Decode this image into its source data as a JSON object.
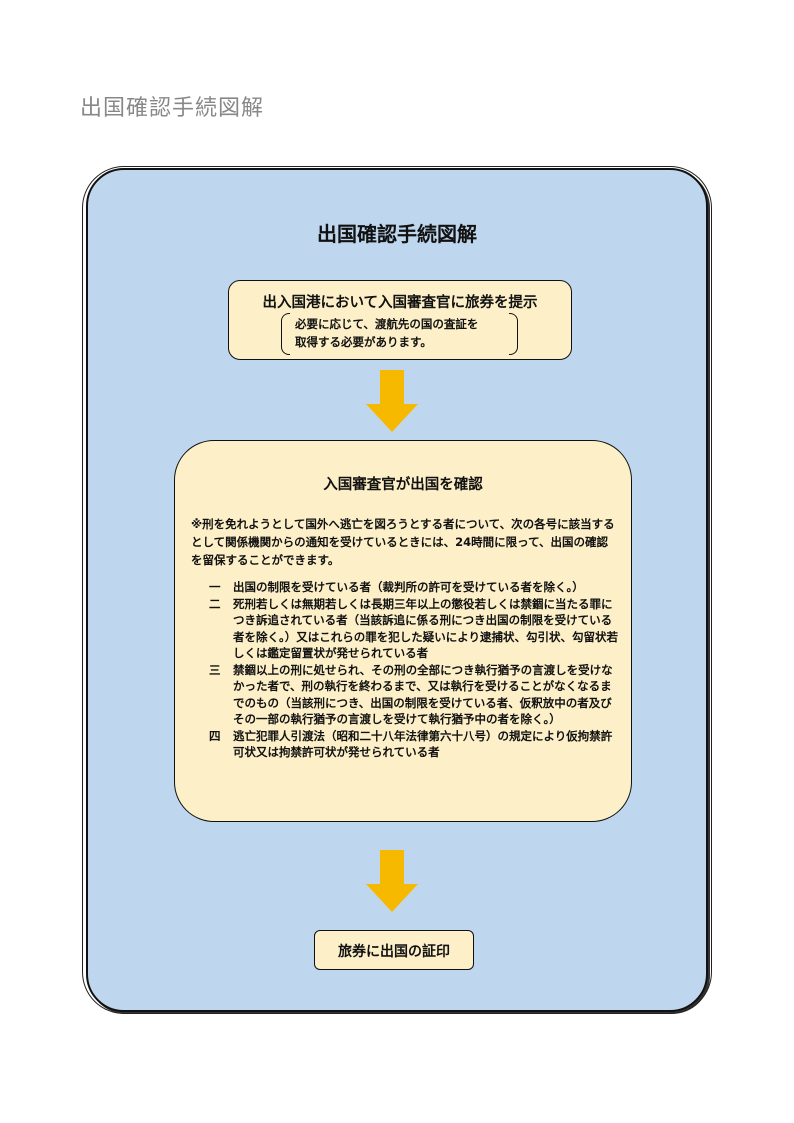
{
  "page_title": "出国確認手続図解",
  "diagram": {
    "title": "出国確認手続図解",
    "step1": {
      "main": "出入国港において入国審査官に旅券を提示",
      "note_line1": "必要に応じて、渡航先の国の査証を",
      "note_line2": "取得する必要があります。"
    },
    "step2": {
      "head": "入国審査官が出国を確認",
      "caution": "※刑を免れようとして国外へ逃亡を図ろうとする者について、次の各号に該当するとして関係機関からの通知を受けているときには、24時間に限って、出国の確認を留保することができます。",
      "items": [
        {
          "num": "一",
          "text": "出国の制限を受けている者（裁判所の許可を受けている者を除く。）"
        },
        {
          "num": "二",
          "text": "死刑若しくは無期若しくは長期三年以上の懲役若しくは禁錮に当たる罪につき訴追されている者（当該訴追に係る刑につき出国の制限を受けている者を除く。）又はこれらの罪を犯した疑いにより逮捕状、勾引状、勾留状若しくは鑑定留置状が発せられている者"
        },
        {
          "num": "三",
          "text": "禁錮以上の刑に処せられ、その刑の全部につき執行猶予の言渡しを受けなかった者で、刑の執行を終わるまで、又は執行を受けることがなくなるまでのもの（当該刑につき、出国の制限を受けている者、仮釈放中の者及びその一部の執行猶予の言渡しを受けて執行猶予中の者を除く。）"
        },
        {
          "num": "四",
          "text": "逃亡犯罪人引渡法（昭和二十八年法律第六十八号）の規定により仮拘禁許可状又は拘禁許可状が発せられている者"
        }
      ]
    },
    "step3": {
      "label": "旅券に出国の証印"
    }
  },
  "colors": {
    "panel": "#bfd7ee",
    "box": "#fdf0c8",
    "arrow": "#f7b800"
  }
}
